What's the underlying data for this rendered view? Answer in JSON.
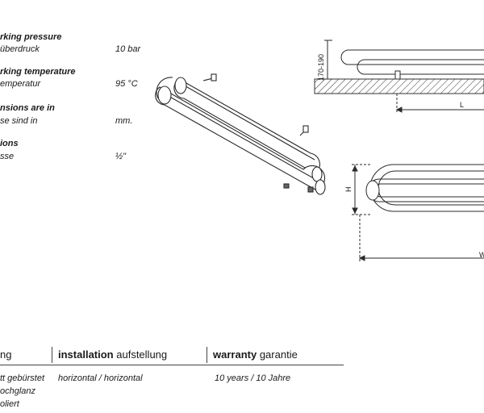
{
  "specs": [
    {
      "label_en": "rking pressure",
      "label_de": "überdruck",
      "value": "10 bar"
    },
    {
      "label_en": "rking temperature",
      "label_de": "emperatur",
      "value": "95 °C"
    },
    {
      "label_en": "nsions are in",
      "label_de": "se sind in",
      "value": "mm."
    },
    {
      "label_en": "ions",
      "label_de": "sse",
      "value": "½\""
    }
  ],
  "drawings": {
    "side_dim": "170-190",
    "length_dim": "L",
    "height_dim": "H",
    "width_dim": "W"
  },
  "table": {
    "col1_header": "ng",
    "col2_header_bold": "installation",
    "col2_header_normal": "aufstellung",
    "col3_header_bold": "warranty",
    "col3_header_normal": "garantie",
    "col1_lines": [
      "tt gebürstet",
      "ochglanz",
      "oliert"
    ],
    "col2_value": "horizontal / horizontal",
    "col3_value": "10 years / 10 Jahre"
  }
}
